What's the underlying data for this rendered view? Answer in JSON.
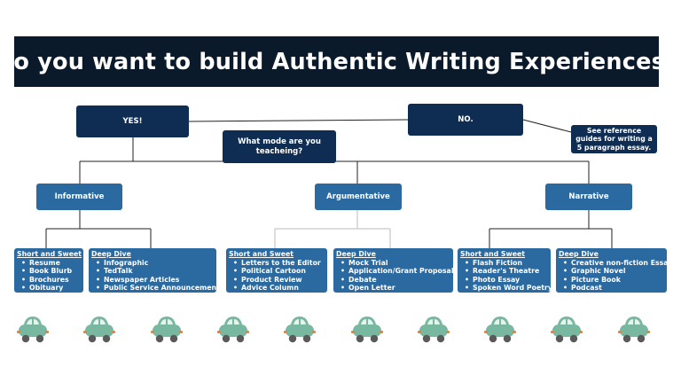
{
  "title": "Do you want to build Authentic Writing Experiences?",
  "yes": "YES!",
  "no": "NO.",
  "question": "What mode are you teacheing?",
  "reference": "See reference guides for writing a 5 paragraph essay.",
  "modes": {
    "informative": {
      "label": "Informative",
      "short": {
        "head": "Short and Sweet",
        "items": [
          "Resume",
          "Book Blurb",
          "Brochures",
          "Obituary"
        ]
      },
      "deep": {
        "head": "Deep Dive",
        "items": [
          "Infographic",
          "TedTalk",
          "Newspaper Articles",
          "Public Service Announcement"
        ]
      }
    },
    "argumentative": {
      "label": "Argumentative",
      "short": {
        "head": "Short and Sweet",
        "items": [
          "Letters to the Editor",
          "Political Cartoon",
          "Product Review",
          "Advice Column"
        ]
      },
      "deep": {
        "head": "Deep Dive",
        "items": [
          "Mock Trial",
          "Application/Grant Proposal",
          "Debate",
          "Open Letter"
        ]
      }
    },
    "narrative": {
      "label": "Narrative",
      "short": {
        "head": "Short and Sweet",
        "items": [
          "Flash Fiction",
          "Reader's Theatre",
          "Photo Essay",
          "Spoken Word Poetry"
        ]
      },
      "deep": {
        "head": "Deep Dive",
        "items": [
          "Creative non-fiction Essay",
          "Graphic Novel",
          "Picture Book",
          "Podcast"
        ]
      }
    }
  },
  "colors": {
    "banner": "#0b1a2a",
    "dark_box": "#0f2d52",
    "mid_box": "#2b6aa0",
    "car_body": "#78b8a0",
    "car_window": "#e8f2ee",
    "car_wheel": "#5a5a5a",
    "car_light": "#e8823a"
  },
  "decorations": {
    "car_icon_count": 10
  }
}
